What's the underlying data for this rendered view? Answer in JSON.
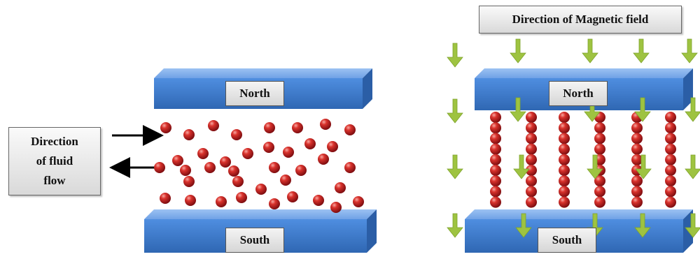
{
  "left_panel": {
    "north_label": "North",
    "south_label": "South",
    "flow_label_lines": [
      "Direction",
      "of fluid",
      "flow"
    ]
  },
  "right_panel": {
    "field_label": "Direction of Magnetic field",
    "north_label": "North",
    "south_label": "South"
  },
  "colors": {
    "magnet_blue": "#3f7fd1",
    "particle_red": "#c0171b",
    "arrow_green": "#9ec341"
  }
}
